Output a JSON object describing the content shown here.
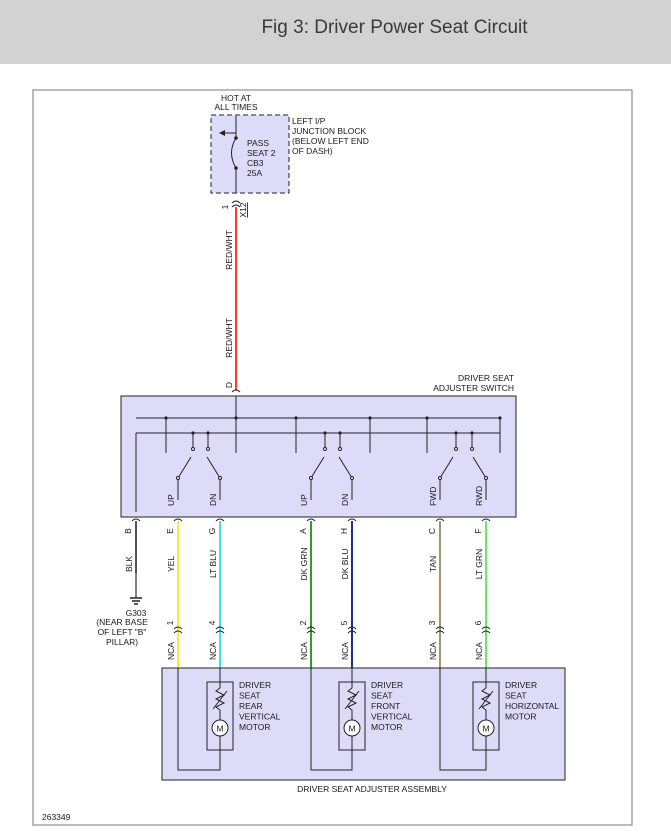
{
  "header": {
    "title": "Fig 3: Driver Power Seat Circuit"
  },
  "diagram": {
    "figure_number": "263349",
    "power_source": {
      "line1": "HOT AT",
      "line2": "ALL TIMES"
    },
    "junction_block": {
      "label": [
        "LEFT I/P",
        "JUNCTION BLOCK",
        "(BELOW LEFT END",
        "OF DASH)"
      ],
      "breaker": [
        "PASS",
        "SEAT 2",
        "CB3",
        "25A"
      ],
      "pin": "1",
      "connector": "X12"
    },
    "feed_wire": {
      "color_label": "RED/WHT",
      "hex": "#ff3b30"
    },
    "switch": {
      "name_line1": "DRIVER SEAT",
      "name_line2": "ADJUSTER SWITCH",
      "input_pin": "D",
      "positions": [
        "UP",
        "DN",
        "UP",
        "DN",
        "FWD",
        "RWD"
      ]
    },
    "wires": [
      {
        "pin": "B",
        "color": "BLK",
        "hex": "#555555"
      },
      {
        "pin": "E",
        "color": "YEL",
        "hex": "#f2ee3a",
        "nca_pin": "1"
      },
      {
        "pin": "G",
        "color": "LT BLU",
        "hex": "#3fe0e8",
        "nca_pin": "4"
      },
      {
        "pin": "A",
        "color": "DK GRN",
        "hex": "#2e9d2e",
        "nca_pin": "2"
      },
      {
        "pin": "H",
        "color": "DK BLU",
        "hex": "#1f2e8a",
        "nca_pin": "5"
      },
      {
        "pin": "C",
        "color": "TAN",
        "hex": "#a0966a",
        "nca_pin": "3"
      },
      {
        "pin": "F",
        "color": "LT GRN",
        "hex": "#6ae86a",
        "nca_pin": "6"
      }
    ],
    "ground": {
      "name": "G303",
      "note": [
        "(NEAR BASE",
        "OF LEFT \"B\"",
        "PILLAR)"
      ]
    },
    "nca_label": "NCA",
    "motors": [
      {
        "lines": [
          "DRIVER",
          "SEAT",
          "REAR",
          "VERTICAL",
          "MOTOR"
        ]
      },
      {
        "lines": [
          "DRIVER",
          "SEAT",
          "FRONT",
          "VERTICAL",
          "MOTOR"
        ]
      },
      {
        "lines": [
          "DRIVER",
          "SEAT",
          "HORIZONTAL",
          "MOTOR"
        ]
      }
    ],
    "motor_symbol": "M",
    "assembly_label": "DRIVER SEAT ADJUSTER ASSEMBLY",
    "fill_color": "#dcdcf8"
  }
}
